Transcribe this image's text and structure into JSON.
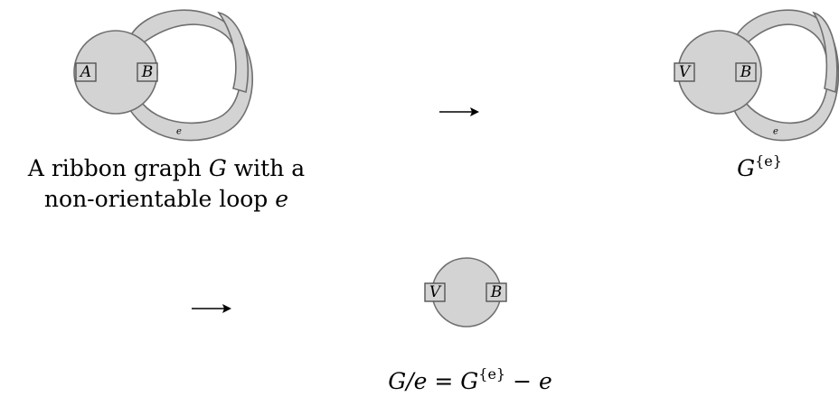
{
  "graph_g": {
    "vertex_labels": [
      "A",
      "B"
    ],
    "edge_label": "e",
    "caption_line1_text": "A ribbon graph",
    "caption_line1_symbol": "G",
    "caption_line1_tail": "with a",
    "caption_line2_text": "non-orientable loop",
    "caption_line2_symbol": "e"
  },
  "graph_partial_dual": {
    "vertex_labels": [
      "V",
      "B"
    ],
    "edge_label": "e",
    "caption_base": "G",
    "caption_superscript": "{e}"
  },
  "graph_contraction": {
    "vertex_labels": [
      "V",
      "B"
    ],
    "caption_lhs": "G/e",
    "caption_equals": "=",
    "caption_base": "G",
    "caption_superscript": "{e}",
    "caption_minus": "−",
    "caption_tail": "e"
  },
  "arrows": [
    "⟶",
    "⟶"
  ],
  "colors": {
    "ribbon_fill": "#d3d3d3",
    "ribbon_stroke": "#6f6f6f",
    "label_stroke": "#555555"
  }
}
